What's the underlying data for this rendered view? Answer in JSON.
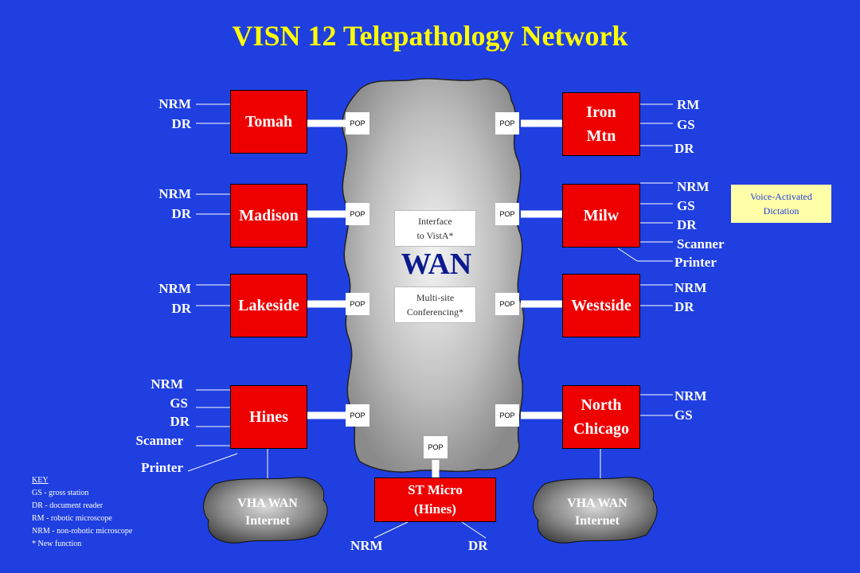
{
  "title": "VISN 12 Telepathology Network",
  "wan_label": "WAN",
  "pop_label": "POP",
  "interface_box": "Interface\nto VistA*",
  "conferencing_box": "Multi-site\nConferencing*",
  "voice_box": "Voice-Activated\nDictation",
  "cloud_label": "VHA WAN\nInternet",
  "sites": {
    "tomah": "Tomah",
    "madison": "Madison",
    "lakeside": "Lakeside",
    "hines": "Hines",
    "iron_mtn": "Iron\nMtn",
    "milw": "Milw",
    "westside": "Westside",
    "north_chicago": "North\nChicago",
    "st_micro": "ST Micro\n(Hines)"
  },
  "devices": {
    "tomah": [
      "NRM",
      "DR"
    ],
    "madison": [
      "NRM",
      "DR"
    ],
    "lakeside": [
      "NRM",
      "DR"
    ],
    "hines": [
      "NRM",
      "GS",
      "DR",
      "Scanner",
      "Printer"
    ],
    "iron_mtn": [
      "RM",
      "GS",
      "DR"
    ],
    "milw": [
      "NRM",
      "GS",
      "DR",
      "Scanner",
      "Printer"
    ],
    "westside": [
      "NRM",
      "DR"
    ],
    "north_chicago": [
      "NRM",
      "GS"
    ],
    "st_micro": [
      "NRM",
      "DR"
    ]
  },
  "key": {
    "title": "KEY",
    "items": [
      "GS - gross station",
      "DR - document reader",
      "RM - robotic microscope",
      "NRM - non-robotic microscope",
      "* New function"
    ]
  },
  "colors": {
    "background": "#1f3fe0",
    "title": "#ffff00",
    "site_box": "#ee0000",
    "voice_box": "#ffffa8"
  }
}
